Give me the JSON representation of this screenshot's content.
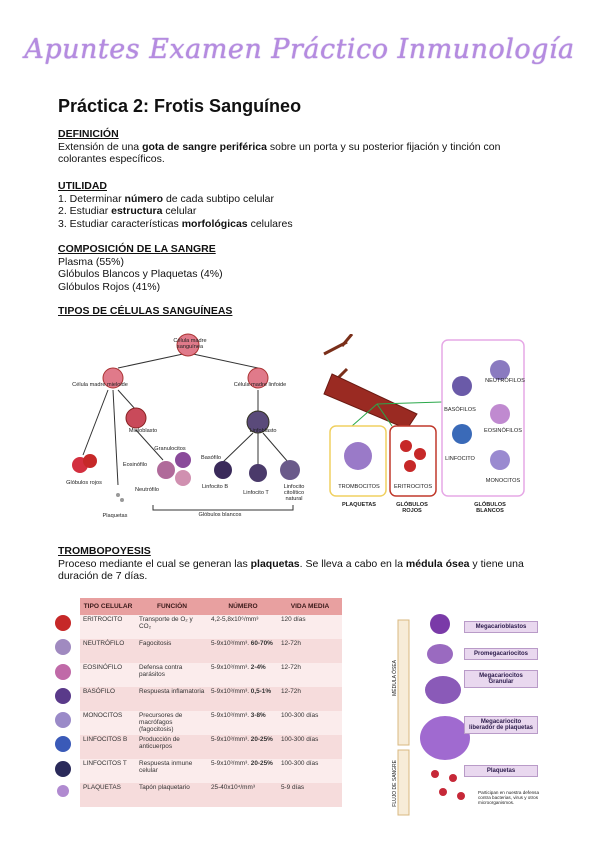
{
  "banner": "Apuntes Examen Práctico Inmunología",
  "title": "Práctica 2: Frotis Sanguíneo",
  "definicion": {
    "heading": "DEFINICIÓN",
    "p1": "Extensión de una ",
    "b1": "gota de sangre periférica",
    "p2": " sobre un porta y su posterior fijación y tinción con colorantes específicos."
  },
  "utilidad": {
    "heading": "UTILIDAD",
    "i1a": "1. Determinar ",
    "i1b": "número",
    "i1c": " de cada subtipo celular",
    "i2a": "2. Estudiar ",
    "i2b": "estructura",
    "i2c": " celular",
    "i3a": "3. Estudiar características ",
    "i3b": "morfológicas",
    "i3c": " celulares"
  },
  "composicion": {
    "heading": "COMPOSICIÓN DE LA SANGRE",
    "l1": "Plasma (55%)",
    "l2": "Glóbulos Blancos y Plaquetas (4%)",
    "l3": "Glóbulos Rojos (41%)"
  },
  "tipos": {
    "heading": "TIPOS DE CÉLULAS SANGUÍNEAS",
    "tree": {
      "madre": "Célula madre sanguínea",
      "mieloide": "Célula madre mieloide",
      "linfoide": "Célula madre linfoide",
      "mieloblasto": "Mieloblasto",
      "linfoblasto": "Linfoblasto",
      "granulocitos": "Granulocitos",
      "basofilo": "Basófilo",
      "eosinofilo": "Eosinófilo",
      "neutrofilo": "Neutrófilo",
      "globulos_rojos": "Glóbulos rojos",
      "plaquetas": "Plaquetas",
      "linfocito_b": "Linfocito B",
      "linfocito_t": "Linfocito T",
      "linfocito_nk": "Linfocito citolítico natural",
      "globulos_blancos": "Glóbulos blancos"
    },
    "vessel": {
      "trombocitos": "TROMBOCITOS",
      "eritrocitos": "ERITROCITOS",
      "neutrofilos": "NEUTRÓFILOS",
      "basofilos": "BASÓFILOS",
      "eosinofilos": "EOSINÓFILOS",
      "linfocito": "LINFOCITO",
      "monocitos": "MONOCITOS",
      "plaquetas": "PLAQUETAS",
      "globulos_rojos": "GLÓBULOS ROJOS",
      "globulos_blancos": "GLÓBULOS BLANCOS"
    }
  },
  "trombopoyesis": {
    "heading": "TROMBOPOYESIS",
    "p1": "Proceso mediante el cual se generan las ",
    "b1": "plaquetas",
    "p2": ". Se lleva a cabo en la ",
    "b2": "médula ósea",
    "p3": " y tiene una duración de 7 días."
  },
  "table": {
    "headers": [
      "TIPO CELULAR",
      "FUNCIÓN",
      "NÚMERO",
      "VIDA MEDIA"
    ],
    "rows": [
      {
        "tipo": "ERITROCITO",
        "funcion": "Transporte de O₂ y CO₂",
        "num": "4,2-5,8x10⁶/mm³",
        "numb": "",
        "vida": "120 días"
      },
      {
        "tipo": "NEUTRÓFILO",
        "funcion": "Fagocitosis",
        "num": "5-9x10³/mm³. ",
        "numb": "60-70%",
        "vida": "12-72h"
      },
      {
        "tipo": "EOSINÓFILO",
        "funcion": "Defensa contra parásitos",
        "num": "5-9x10³/mm³. ",
        "numb": "2-4%",
        "vida": "12-72h"
      },
      {
        "tipo": "BASÓFILO",
        "funcion": "Respuesta inflamatoria",
        "num": "5-9x10³/mm³. ",
        "numb": "0,5-1%",
        "vida": "12-72h"
      },
      {
        "tipo": "MONOCITOS",
        "funcion": "Precursores de macrófagos (fagocitosis)",
        "num": "5-9x10³/mm³. ",
        "numb": "3-8%",
        "vida": "100-300 días"
      },
      {
        "tipo": "LINFOCITOS B",
        "funcion": "Producción de anticuerpos",
        "num": "5-9x10³/mm³. ",
        "numb": "20-25%",
        "vida": "100-300 días"
      },
      {
        "tipo": "LINFOCITOS T",
        "funcion": "Respuesta inmune celular",
        "num": "5-9x10³/mm³. ",
        "numb": "20-25%",
        "vida": "100-300 días"
      },
      {
        "tipo": "PLAQUETAS",
        "funcion": "Tapón plaquetario",
        "num": "25-40x10⁴/mm³",
        "numb": "",
        "vida": "5-9 días"
      }
    ]
  },
  "mk": {
    "medula": "MÉDULA ÓSEA",
    "flujo": "FLUJO DE SANGRE",
    "megacarioblastos": "Megacarioblastos",
    "promegacariocitos": "Promegacariocitos",
    "granular": "Megacariocitos Granular",
    "liberador": "Megacariocito liberador de plaquetas",
    "plaquetas": "Plaquetas",
    "note": "Participan en nuestra defensa contra bacterias, virus y otros microorganismos."
  },
  "colors": {
    "banner": "#b58be0",
    "table_header": "#e8a0a0",
    "table_row": "#f6dcdc",
    "wbc_frame": "#e6a8e6",
    "rbc_frame": "#c0392b",
    "plt_frame": "#f0d060"
  }
}
